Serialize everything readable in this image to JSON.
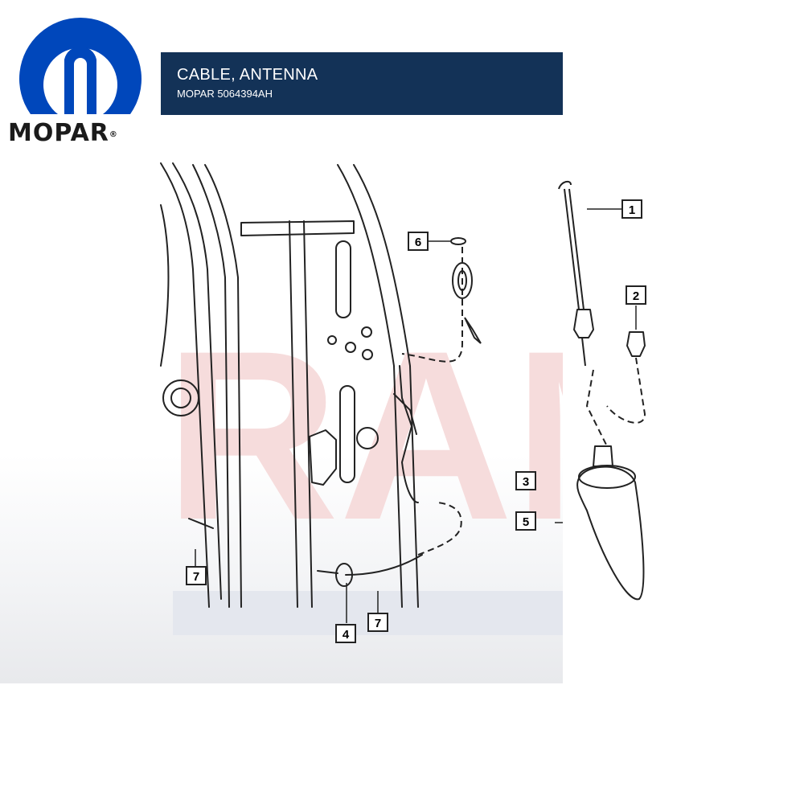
{
  "brand": {
    "wordmark": "MOPAR",
    "registered": "®",
    "color": "#0047bb"
  },
  "banner": {
    "title": "CABLE, ANTENNA",
    "part_number": "MOPAR 5064394AH",
    "background": "#133257"
  },
  "watermark": {
    "text": "RAM"
  },
  "callouts": [
    "1",
    "2",
    "3",
    "4",
    "5",
    "6",
    "7",
    "7"
  ]
}
